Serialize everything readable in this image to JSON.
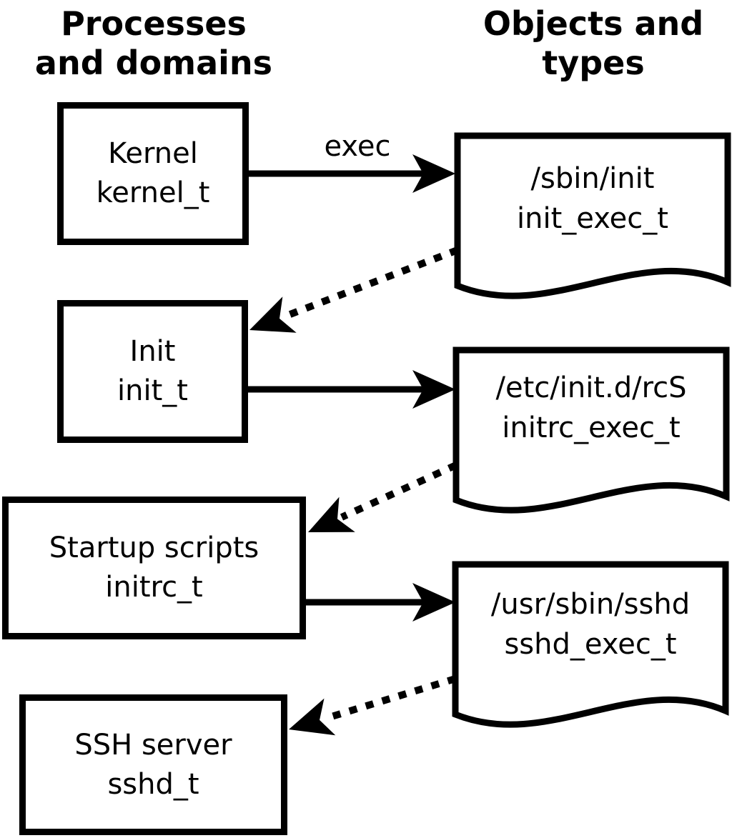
{
  "columns": {
    "processes": {
      "line1": "Processes",
      "line2": "and domains"
    },
    "objects": {
      "line1": "Objects and",
      "line2": "types"
    }
  },
  "processes": [
    {
      "label": "Kernel",
      "domain": "kernel_t"
    },
    {
      "label": "Init",
      "domain": "init_t"
    },
    {
      "label": "Startup scripts",
      "domain": "initrc_t"
    },
    {
      "label": "SSH server",
      "domain": "sshd_t"
    }
  ],
  "objects": [
    {
      "path": "/sbin/init",
      "type": "init_exec_t"
    },
    {
      "path": "/etc/init.d/rcS",
      "type": "initrc_exec_t"
    },
    {
      "path": "/usr/sbin/sshd",
      "type": "sshd_exec_t"
    }
  ],
  "arrows": {
    "exec_label": "exec"
  },
  "colors": {
    "ink": "#000000",
    "paper": "#ffffff"
  }
}
